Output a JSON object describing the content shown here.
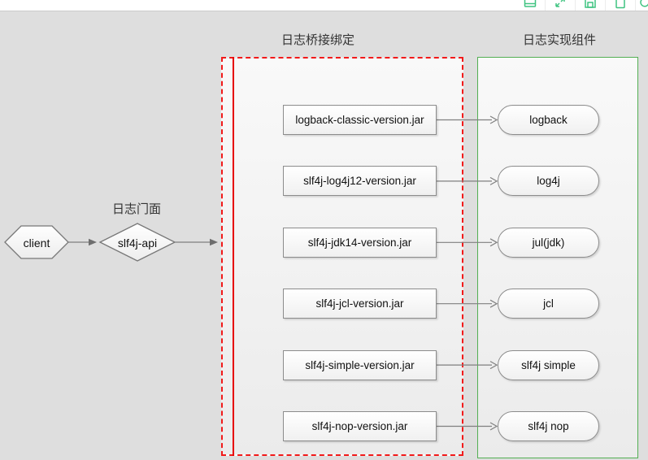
{
  "toolbar": {
    "icons": [
      {
        "name": "image-icon"
      },
      {
        "name": "expand-icon"
      },
      {
        "name": "save-icon"
      },
      {
        "name": "file-icon"
      },
      {
        "name": "refresh-icon"
      }
    ]
  },
  "diagram": {
    "facade_label": "日志门面",
    "client_label": "client",
    "api_label": "slf4j-api",
    "bridge_title": "日志桥接绑定",
    "impl_title": "日志实现组件",
    "rows": [
      {
        "jar": "logback-classic-version.jar",
        "impl": "logback"
      },
      {
        "jar": "slf4j-log4j12-version.jar",
        "impl": "log4j"
      },
      {
        "jar": "slf4j-jdk14-version.jar",
        "impl": "jul(jdk)"
      },
      {
        "jar": "slf4j-jcl-version.jar",
        "impl": "jcl"
      },
      {
        "jar": "slf4j-simple-version.jar",
        "impl": "slf4j simple"
      },
      {
        "jar": "slf4j-nop-version.jar",
        "impl": "slf4j nop"
      }
    ],
    "colors": {
      "bridge_border_red": "#f21a1a",
      "guideline_red": "#e60000",
      "impl_border_green": "#53af53",
      "toolbar_icon_green": "#3fc380",
      "arrow_gray": "#7f7f7f",
      "canvas_gray": "#dedede"
    }
  }
}
